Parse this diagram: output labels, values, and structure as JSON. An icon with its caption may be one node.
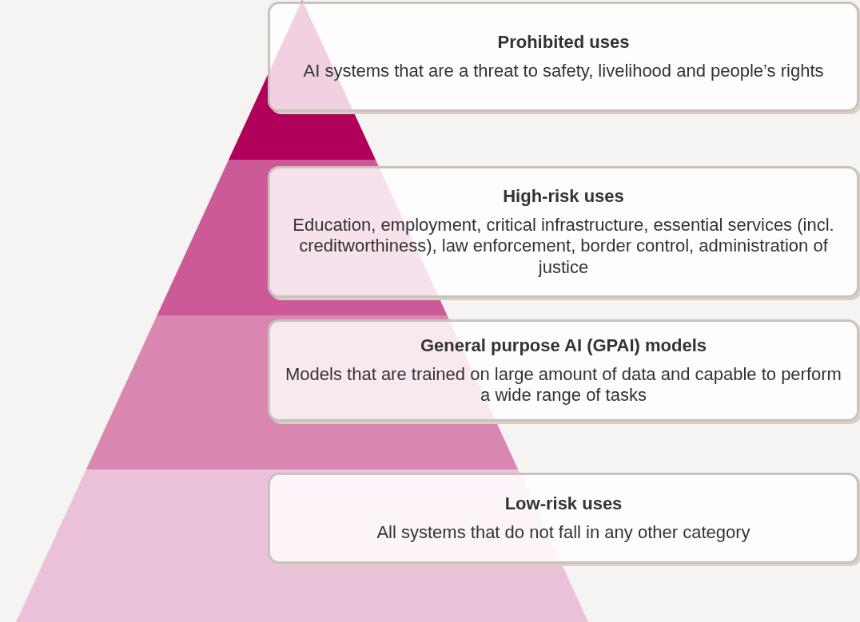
{
  "diagram": {
    "nodes": [
      {
        "text": [
          "Prohibited uses",
          "AI systems that are a threat to safety, livelihood and people’s rights"
        ]
      },
      {
        "text": [
          "High-risk uses",
          "Education, employment, critical infrastructure, essential services (incl. creditworthiness), law enforcement, border control, administration of justice"
        ]
      },
      {
        "text": [
          "General purpose AI (GPAI) models",
          "Models that are trained on large amount of data and capable to perform a wide range of tasks"
        ]
      },
      {
        "text": [
          "Low-risk uses",
          "All systems that do not fall in any other category"
        ]
      }
    ],
    "edges": []
  }
}
